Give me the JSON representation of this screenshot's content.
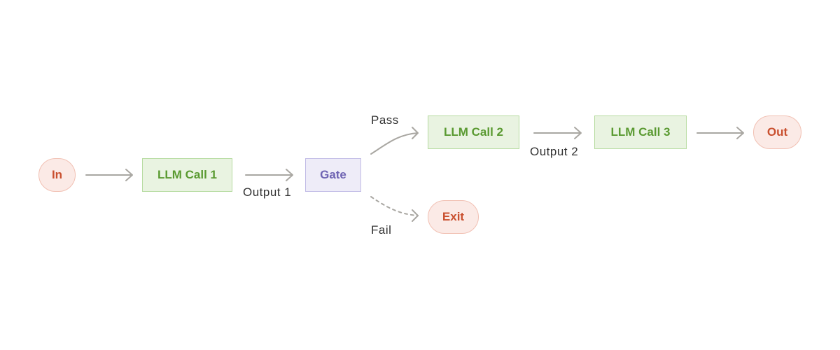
{
  "nodes": {
    "in": "In",
    "llm_call_1": "LLM Call 1",
    "gate": "Gate",
    "llm_call_2": "LLM Call 2",
    "llm_call_3": "LLM Call 3",
    "out": "Out",
    "exit": "Exit"
  },
  "edge_labels": {
    "output_1": "Output 1",
    "output_2": "Output 2",
    "pass": "Pass",
    "fail": "Fail"
  },
  "colors": {
    "pill_fill": "#fbeae6",
    "pill_text": "#c9502f",
    "llm_fill": "#e9f3e1",
    "llm_text": "#5a9a31",
    "gate_fill": "#eeecf8",
    "gate_text": "#6f64b3",
    "arrow": "#a9a7a2"
  }
}
